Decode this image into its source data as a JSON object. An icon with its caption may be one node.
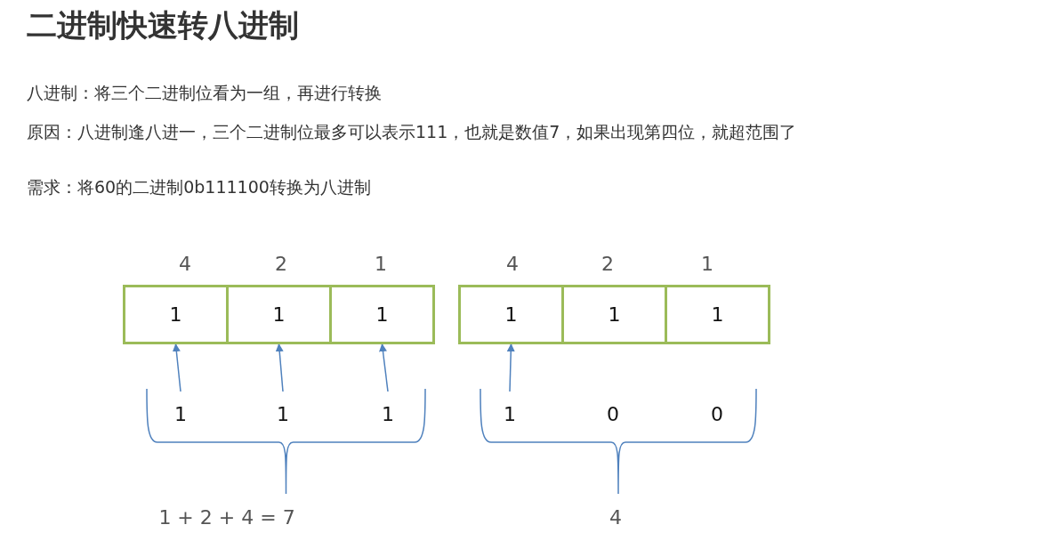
{
  "diagram": {
    "title": "二进制快速转八进制",
    "nodes": [
      {
        "text": [
          "1"
        ]
      },
      {
        "text": [
          "1"
        ]
      },
      {
        "text": [
          "1"
        ]
      },
      {
        "text": [
          "1"
        ]
      },
      {
        "text": [
          "1"
        ]
      },
      {
        "text": [
          "1"
        ]
      },
      {
        "text": [
          "1"
        ]
      },
      {
        "text": [
          "1"
        ]
      },
      {
        "text": [
          "1"
        ]
      },
      {
        "text": [
          "1"
        ]
      },
      {
        "text": [
          "0"
        ]
      },
      {
        "text": [
          "0"
        ]
      }
    ],
    "edges": [
      {
        "from": 6,
        "to": 0,
        "arrow": "to"
      },
      {
        "from": 7,
        "to": 1,
        "arrow": "to"
      },
      {
        "from": 8,
        "to": 2,
        "arrow": "to"
      },
      {
        "from": 9,
        "to": 3,
        "arrow": "to"
      }
    ],
    "labels": [
      "八进制：将三个二进制位看为一组，再进行转换",
      "原因：八进制逢八进一，三个二进制位最多可以表示111，也就是数值7，如果出现第四位，就超范围了",
      "需求：将60的二进制0b111100转换为八进制",
      "4",
      "2",
      "1",
      "4",
      "2",
      "1",
      "1 + 2 + 4 = 7",
      "4"
    ]
  }
}
